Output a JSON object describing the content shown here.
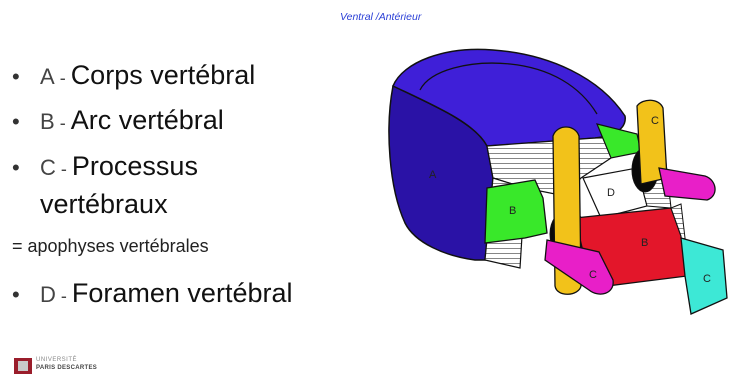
{
  "orientation_label": "Ventral /Antérieur",
  "bullets": [
    {
      "letter": "A",
      "sep": " - ",
      "term": "Corps vertébral"
    },
    {
      "letter": "B",
      "sep": " - ",
      "term": "Arc vertébral"
    },
    {
      "letter": "C",
      "sep": " - ",
      "term": "Processus",
      "continuation": "vertébraux"
    },
    {
      "letter": "D",
      "sep": " - ",
      "term": "Foramen vertébral"
    }
  ],
  "bullet_symbol": "•",
  "note": "= apophyses vertébrales",
  "logo": {
    "line1": "UNIVERSITÉ",
    "line2": "PARIS DESCARTES"
  },
  "diagram": {
    "labels": {
      "A": "A",
      "B": "B",
      "C": "C",
      "D": "D"
    },
    "colors": {
      "body": "#3f1fd8",
      "body_dark": "#2a12a6",
      "arch_green": "#39e82a",
      "arch_red": "#e3162a",
      "process_yellow": "#f2c21a",
      "process_magenta": "#e81fc8",
      "cyan": "#3de8d6",
      "black": "#0a0a0a",
      "hatch": "#c9c9c9"
    }
  }
}
